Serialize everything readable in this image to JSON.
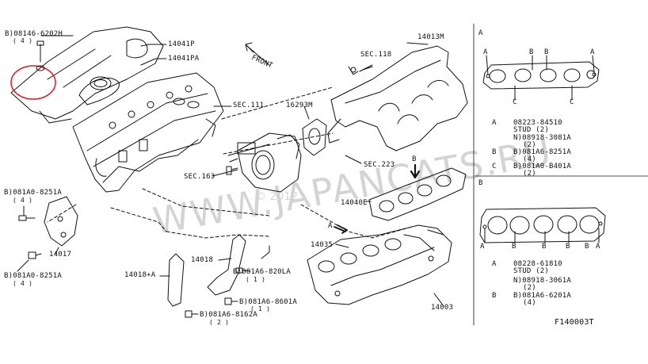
{
  "watermark": {
    "main": "WWW.JAPANCATS.RU",
    "year": "© 2012"
  },
  "callouts": {
    "p08146": "B)08146-6202H",
    "p08146_qty": "( 4 )",
    "p14041P": "14041P",
    "p14041PA": "14041PA",
    "sec111": "SEC.111",
    "front": "FRONT",
    "p16293M": "16293M",
    "sec163": "SEC.163",
    "sec118": "SEC.118",
    "p14013M": "14013M",
    "sec223": "SEC.223",
    "b081A0_8251A_top": "B)081A0-8251A",
    "qty4_top": "( 4 )",
    "p14017": "14017",
    "b081A0_8251A_bot": "B)081A0-8251A",
    "qty4_bot": "( 4 )",
    "p14018A": "14018+A",
    "p14018": "14018",
    "b081A6_820LA": "B)081A6-820LA",
    "qty1_a": "( 1 )",
    "b081A6_8601A": "B)081A6-8601A",
    "qty1_b": "( 1 )",
    "b081A6_8162A": "B)081A6-8162A",
    "qty2": "( 2 )",
    "p14040E": "14040E",
    "p14035": "14035",
    "p14003": "14003",
    "arrowA": "A",
    "arrowB": "B"
  },
  "detailA": {
    "header": "A",
    "letters": [
      "A",
      "B",
      "B",
      "A",
      "C",
      "C"
    ],
    "legend": [
      {
        "key": "A",
        "part": "08223-84510",
        "sub": "STUD (2)"
      },
      {
        "key": "",
        "part": "N)08918-3081A",
        "sub": "(2)"
      },
      {
        "key": "B",
        "part": "B)081A6-8251A",
        "sub": "(4)"
      },
      {
        "key": "C",
        "part": "B)081A0-B401A",
        "sub": "(2)"
      }
    ]
  },
  "detailB": {
    "header": "B",
    "letters": [
      "A",
      "B",
      "B",
      "B",
      "B",
      "A"
    ],
    "legend": [
      {
        "key": "A",
        "part": "08228-61810",
        "sub": "STUD (2)"
      },
      {
        "key": "",
        "part": "N)08918-3061A",
        "sub": "(2)"
      },
      {
        "key": "B",
        "part": "B)081A6-6201A",
        "sub": "(4)"
      }
    ]
  },
  "figure_code": "F140003T",
  "colors": {
    "ink": "#111111",
    "highlight": "#e0202a",
    "watermark": "#d4d4d4"
  }
}
